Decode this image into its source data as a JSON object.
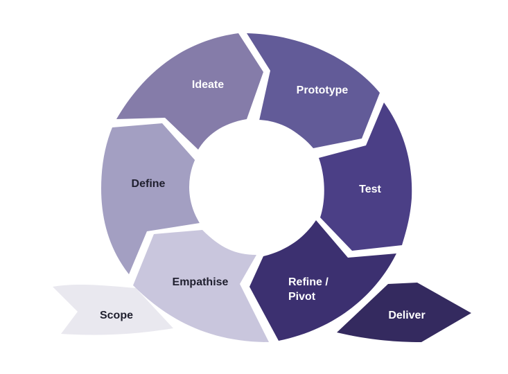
{
  "stages": [
    {
      "key": "scope",
      "lines": [
        "Scope"
      ],
      "color": "#e9e8ef",
      "text_color": "#1f1f2e"
    },
    {
      "key": "empathise",
      "lines": [
        "Empathise"
      ],
      "color": "#c9c6dd",
      "text_color": "#1f1f2e"
    },
    {
      "key": "define",
      "lines": [
        "Define"
      ],
      "color": "#a39fc2",
      "text_color": "#1f1f2e"
    },
    {
      "key": "ideate",
      "lines": [
        "Ideate"
      ],
      "color": "#857ca9",
      "text_color": "#ffffff"
    },
    {
      "key": "prototype",
      "lines": [
        "Prototype"
      ],
      "color": "#625b98",
      "text_color": "#ffffff"
    },
    {
      "key": "test",
      "lines": [
        "Test"
      ],
      "color": "#4b3f86",
      "text_color": "#ffffff"
    },
    {
      "key": "refine",
      "lines": [
        "Refine /",
        "Pivot"
      ],
      "color": "#3c3070",
      "text_color": "#ffffff"
    },
    {
      "key": "deliver",
      "lines": [
        "Deliver"
      ],
      "color": "#342a5f",
      "text_color": "#ffffff"
    }
  ]
}
